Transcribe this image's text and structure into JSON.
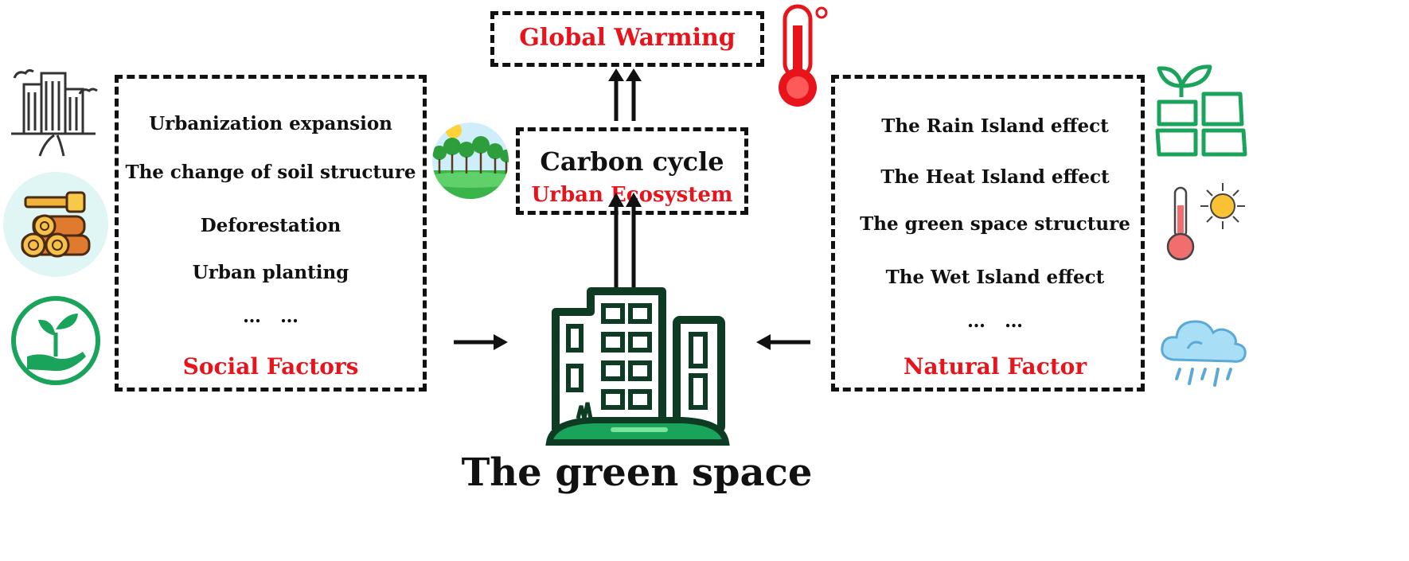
{
  "top": {
    "title": "Global Warming"
  },
  "center": {
    "carbon_label": "Carbon cycle",
    "ecosystem_label": "Urban Ecosystem",
    "green_space_label": "The green space"
  },
  "social": {
    "items": [
      "Urbanization expansion",
      "The change of soil structure",
      "Deforestation",
      "Urban planting"
    ],
    "ellipsis": "…   …",
    "title": "Social Factors"
  },
  "natural": {
    "items": [
      "The Rain Island effect",
      "The Heat Island effect",
      "The green space structure",
      "The Wet Island effect"
    ],
    "ellipsis": "…   …",
    "title": "Natural Factor"
  },
  "icons": {
    "left": [
      "city-buildings-icon",
      "logging-chainsaw-icon",
      "hand-sprout-icon"
    ],
    "right": [
      "plant-grid-icon",
      "thermometer-sun-icon",
      "rain-cloud-icon"
    ],
    "top": "thermometer-icon",
    "center": [
      "forest-globe-icon",
      "green-building-icon"
    ]
  },
  "colors": {
    "accent_red": "#e8141c",
    "green": "#1aa35a",
    "dark_green": "#0e3b24",
    "border": "#111111"
  }
}
